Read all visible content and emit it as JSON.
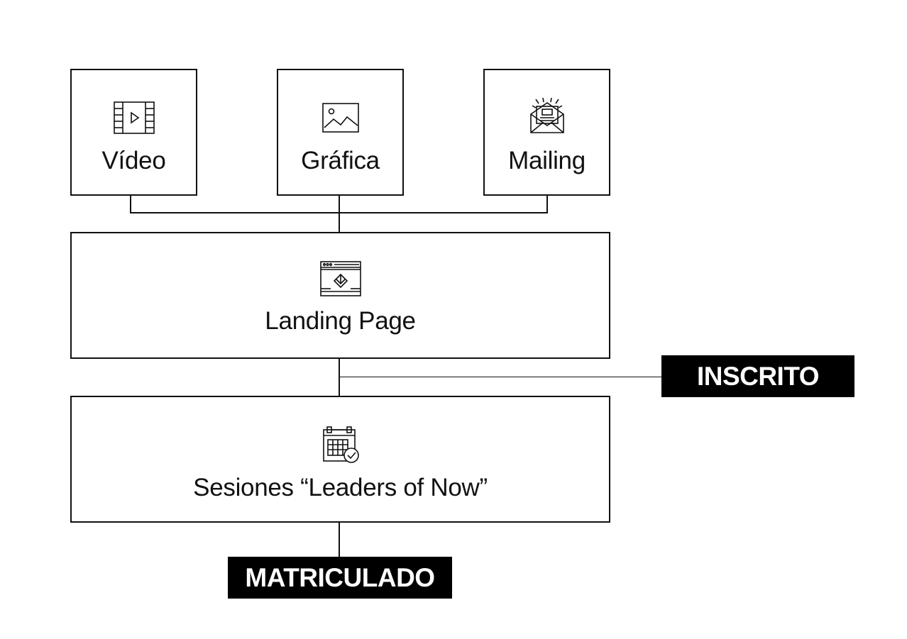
{
  "diagram": {
    "channels": [
      {
        "id": "video",
        "label": "Vídeo",
        "icon": "film-play-icon"
      },
      {
        "id": "grafica",
        "label": "Gráfica",
        "icon": "image-icon"
      },
      {
        "id": "mailing",
        "label": "Mailing",
        "icon": "newsletter-envelope-icon"
      }
    ],
    "landing": {
      "label": "Landing Page",
      "icon": "browser-download-icon"
    },
    "sessions": {
      "label": "Sesiones “Leaders of Now”",
      "icon": "calendar-check-icon"
    },
    "tags": {
      "inscrito": "INSCRITO",
      "matriculado": "MATRICULADO"
    },
    "colors": {
      "line": "#111111",
      "tag_background": "#000000",
      "tag_text": "#ffffff",
      "background": "#ffffff"
    }
  }
}
